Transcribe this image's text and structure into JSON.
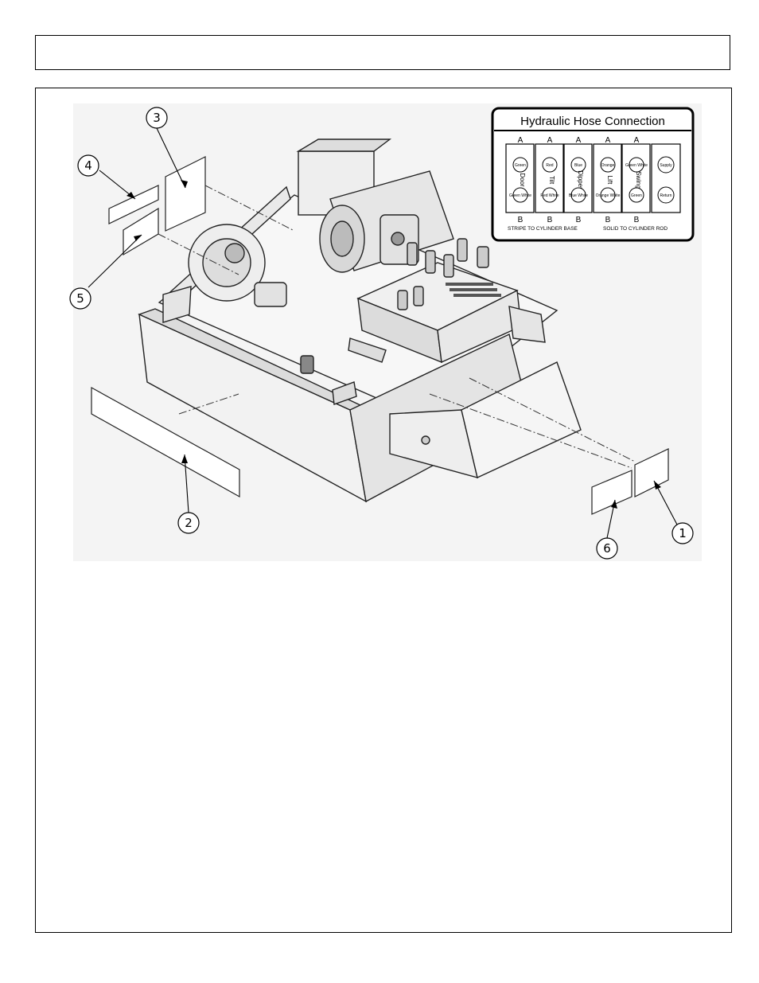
{
  "header": {
    "title": ""
  },
  "callouts": [
    "1",
    "2",
    "3",
    "4",
    "5",
    "6"
  ],
  "decal": {
    "title": "Hydraulic Hose Connection",
    "top_letter": "A",
    "bottom_letter": "B",
    "columns": [
      {
        "top_port": "Green",
        "function": "Door",
        "bottom_port": "Green White"
      },
      {
        "top_port": "Red",
        "function": "Tilt",
        "bottom_port": "Red White"
      },
      {
        "top_port": "Blue",
        "function": "Dipper",
        "bottom_port": "Blue White"
      },
      {
        "top_port": "Orange",
        "function": "Lift",
        "bottom_port": "Orange White"
      },
      {
        "top_port": "Green White",
        "function": "Swing",
        "bottom_port": "Green"
      }
    ],
    "supply_label": "Supply",
    "return_label": "Return",
    "footer_left": "STRIPE TO CYLINDER BASE",
    "footer_right": "SOLID TO CYLINDER ROD"
  }
}
